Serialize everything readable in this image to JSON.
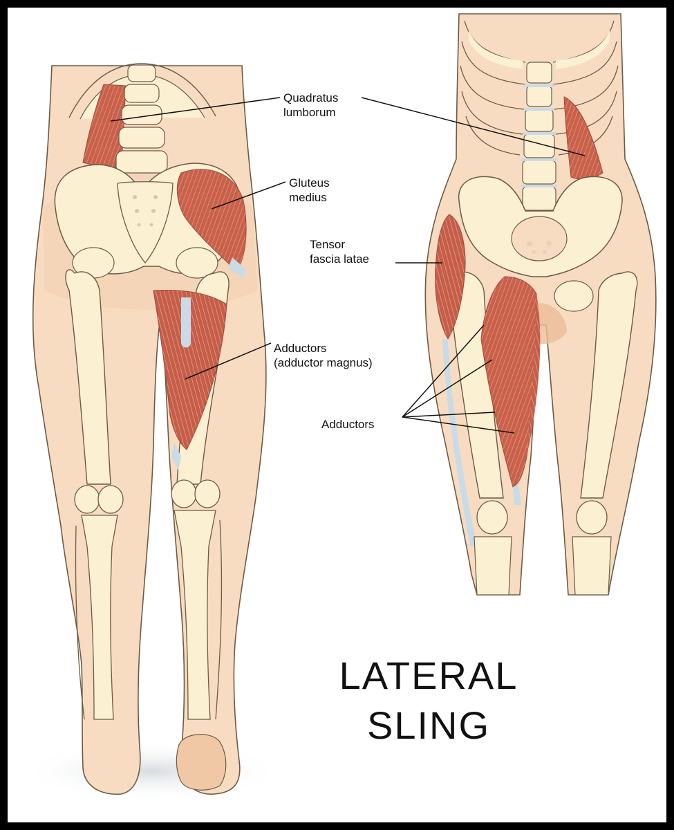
{
  "labels": {
    "quadratus_lumborum": "Quadratus\nlumborum",
    "gluteus_medius": "Gluteus\nmedius",
    "tensor_fascia_latae": "Tensor\nfascia latae",
    "adductors_magnus": "Adductors\n(adductor magnus)",
    "adductors": "Adductors"
  },
  "title": {
    "line1": "LATERAL",
    "line2": "SLING"
  },
  "colors": {
    "skin": "#f7dcc2",
    "skin_shade": "#f0c8a6",
    "bone": "#fbf0d2",
    "bone_outline": "#6b5a46",
    "muscle": "#c9604a",
    "muscle_stripe": "#e7a08d",
    "tendon": "#c9dbe6",
    "frame": "#000000"
  }
}
